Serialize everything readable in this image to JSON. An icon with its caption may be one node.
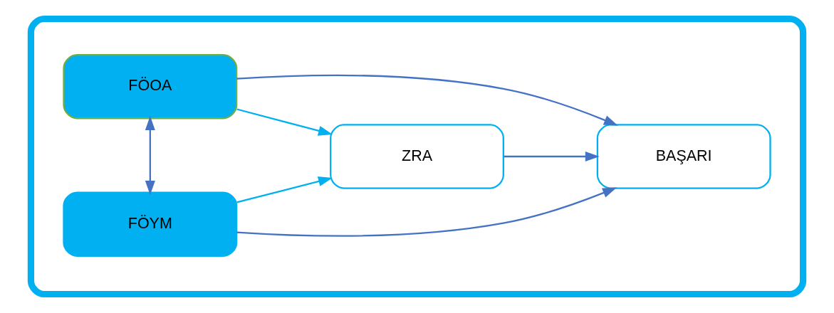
{
  "diagram": {
    "nodes": [
      {
        "text": [],
        "shape": "box"
      },
      {
        "text": [
          "FÖOA"
        ],
        "in": 0
      },
      {
        "text": [
          "FÖYM"
        ],
        "in": 0
      },
      {
        "text": [
          "ZRA"
        ],
        "in": 0
      },
      {
        "text": [
          "BAŞARI"
        ],
        "in": 0
      }
    ],
    "edges": [
      {
        "from": 1,
        "to": 2,
        "arrow": "both"
      },
      {
        "from": 1,
        "to": 4,
        "arrow": "to"
      },
      {
        "from": 1,
        "to": 3,
        "arrow": "to",
        "color": "#00b0f0"
      },
      {
        "from": 3,
        "to": 4,
        "arrow": "to"
      },
      {
        "from": 2,
        "to": 3,
        "arrow": "to",
        "color": "#00b0f0"
      },
      {
        "from": 2,
        "to": 4,
        "arrow": "to"
      }
    ]
  }
}
